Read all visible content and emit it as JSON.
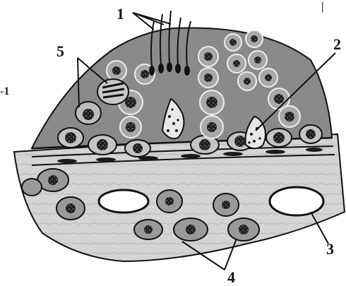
{
  "labels": {
    "l1": "1",
    "l2": "2",
    "l3": "3",
    "l4": "4",
    "l5": "5",
    "edge_left": "-1",
    "edge_top": "|"
  },
  "colors": {
    "tubule_bg": "#8a8a8a",
    "cell_fill": "#bdbdbd",
    "nucleus": "#2e2e2e",
    "interstitium": "#cfcfcf",
    "outline": "#111111"
  }
}
